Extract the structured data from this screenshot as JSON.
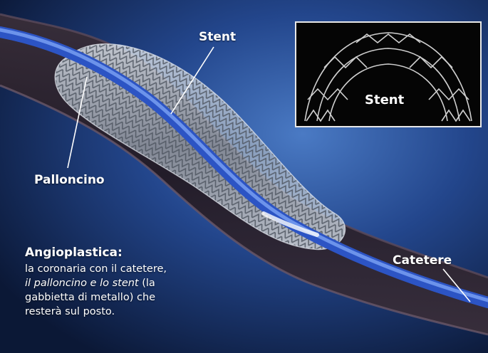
{
  "labels": {
    "stent": "Stent",
    "palloncino": "Palloncino",
    "catetere": "Catetere",
    "inset_stent": "Stent"
  },
  "caption": {
    "title": "Angioplastica:",
    "line1": "la coronaria con il catetere,",
    "line2_italic": "il palloncino e lo stent",
    "line2_rest": " (la",
    "line3": "gabbietta di metallo) che",
    "line4": "resterà sul posto."
  },
  "colors": {
    "background_dark": "#0a1530",
    "background_mid": "#1e3a78",
    "background_light": "#3d6bb8",
    "vessel": "#2a1e26",
    "catheter_blue": "#3f6fe0",
    "inset_border": "#e8e8e8",
    "text": "#ffffff"
  }
}
